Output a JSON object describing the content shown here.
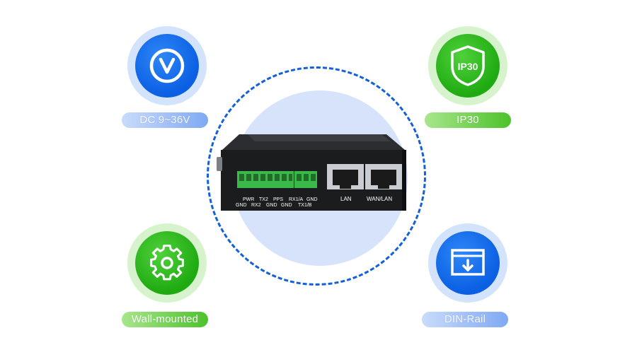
{
  "features": [
    {
      "label": "DC 9~36V",
      "icon": "volt-icon",
      "color": "#0a5fe3"
    },
    {
      "label": "IP30",
      "icon": "shield-icon",
      "badge_text": "IP30",
      "color": "#1faa12"
    },
    {
      "label": "Wall-mounted",
      "icon": "gear-icon",
      "color": "#1faa12"
    },
    {
      "label": "DIN-Rail",
      "icon": "download-box-icon",
      "color": "#0a5fe3"
    }
  ],
  "device": {
    "terminal_top": [
      "PWR",
      "TX2",
      "PPS",
      "RX1/A",
      "GND"
    ],
    "terminal_bottom": [
      "GND",
      "RX2",
      "GND",
      "GND",
      "TX1/B"
    ],
    "port_lan": "LAN",
    "port_wan": "WAN/LAN"
  }
}
